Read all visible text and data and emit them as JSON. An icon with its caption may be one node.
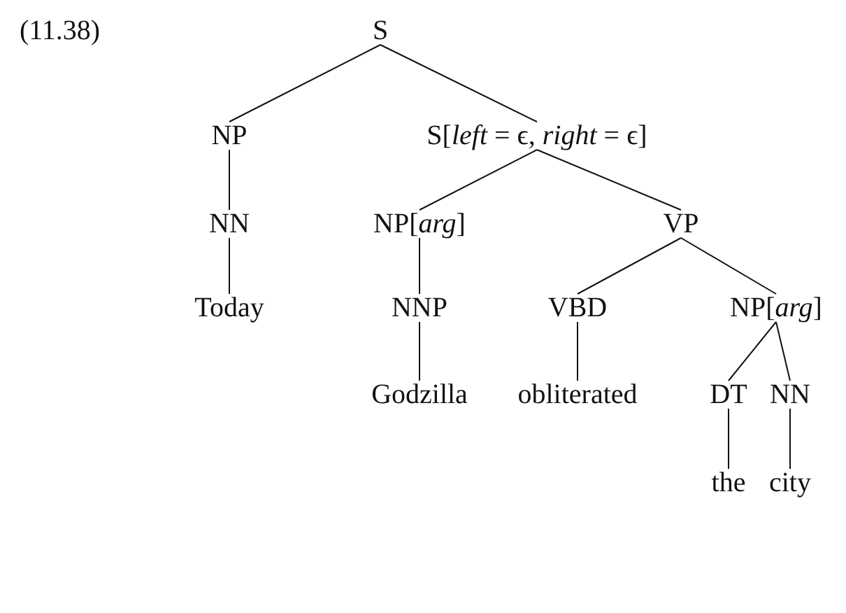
{
  "diagram": {
    "nodes": [
      {
        "text": [
          "S"
        ]
      },
      {
        "text": [
          "NP"
        ]
      },
      {
        "text": [
          "S[*left* = ϵ, *right* = ϵ]"
        ]
      },
      {
        "text": [
          "NN"
        ]
      },
      {
        "text": [
          "NP[*arg*]"
        ]
      },
      {
        "text": [
          "VP"
        ]
      },
      {
        "text": [
          "Today"
        ]
      },
      {
        "text": [
          "NNP"
        ]
      },
      {
        "text": [
          "VBD"
        ]
      },
      {
        "text": [
          "NP[*arg*]"
        ]
      },
      {
        "text": [
          "Godzilla"
        ]
      },
      {
        "text": [
          "obliterated"
        ]
      },
      {
        "text": [
          "DT"
        ]
      },
      {
        "text": [
          "NN"
        ]
      },
      {
        "text": [
          "the"
        ]
      },
      {
        "text": [
          "city"
        ]
      }
    ],
    "edges": [
      {
        "from": 0,
        "to": 1,
        "arrow": "none"
      },
      {
        "from": 0,
        "to": 2,
        "arrow": "none"
      },
      {
        "from": 1,
        "to": 3,
        "arrow": "none"
      },
      {
        "from": 2,
        "to": 4,
        "arrow": "none"
      },
      {
        "from": 2,
        "to": 5,
        "arrow": "none"
      },
      {
        "from": 3,
        "to": 6,
        "arrow": "none"
      },
      {
        "from": 4,
        "to": 7,
        "arrow": "none"
      },
      {
        "from": 5,
        "to": 8,
        "arrow": "none"
      },
      {
        "from": 5,
        "to": 9,
        "arrow": "none"
      },
      {
        "from": 7,
        "to": 10,
        "arrow": "none"
      },
      {
        "from": 8,
        "to": 11,
        "arrow": "none"
      },
      {
        "from": 9,
        "to": 12,
        "arrow": "none"
      },
      {
        "from": 9,
        "to": 13,
        "arrow": "none"
      },
      {
        "from": 12,
        "to": 14,
        "arrow": "none"
      },
      {
        "from": 13,
        "to": 15,
        "arrow": "none"
      }
    ],
    "labels": [
      "(11.38)"
    ]
  }
}
